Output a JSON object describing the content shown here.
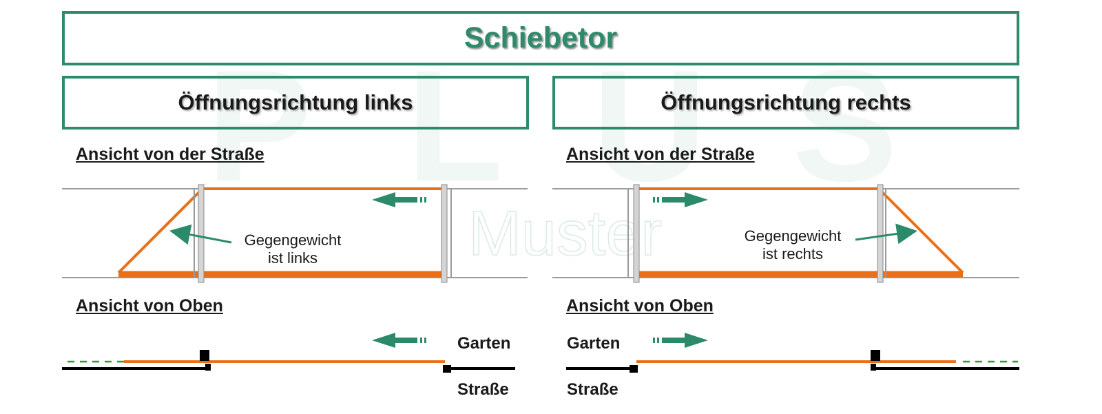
{
  "title": "Schiebetor",
  "watermark": {
    "letters": [
      "P",
      "L",
      "U",
      "S"
    ],
    "text": "Muster"
  },
  "left": {
    "heading": "Öffnungsrichtung links",
    "view_street": "Ansicht von der Straße",
    "counterweight_line1": "Gegengewicht",
    "counterweight_line2": "ist links",
    "view_top": "Ansicht von Oben",
    "garden": "Garten",
    "street": "Straße"
  },
  "right": {
    "heading": "Öffnungsrichtung rechts",
    "view_street": "Ansicht von der Straße",
    "counterweight_line1": "Gegengewicht",
    "counterweight_line2": "ist rechts",
    "view_top": "Ansicht von Oben",
    "garden": "Garten",
    "street": "Straße"
  },
  "colors": {
    "frame": "#2e8b6a",
    "gate": "#e8701a",
    "arrow": "#2a8a6a",
    "post": "#bdbdbd",
    "ground": "#000000",
    "dashed": "#2f9a2f"
  }
}
